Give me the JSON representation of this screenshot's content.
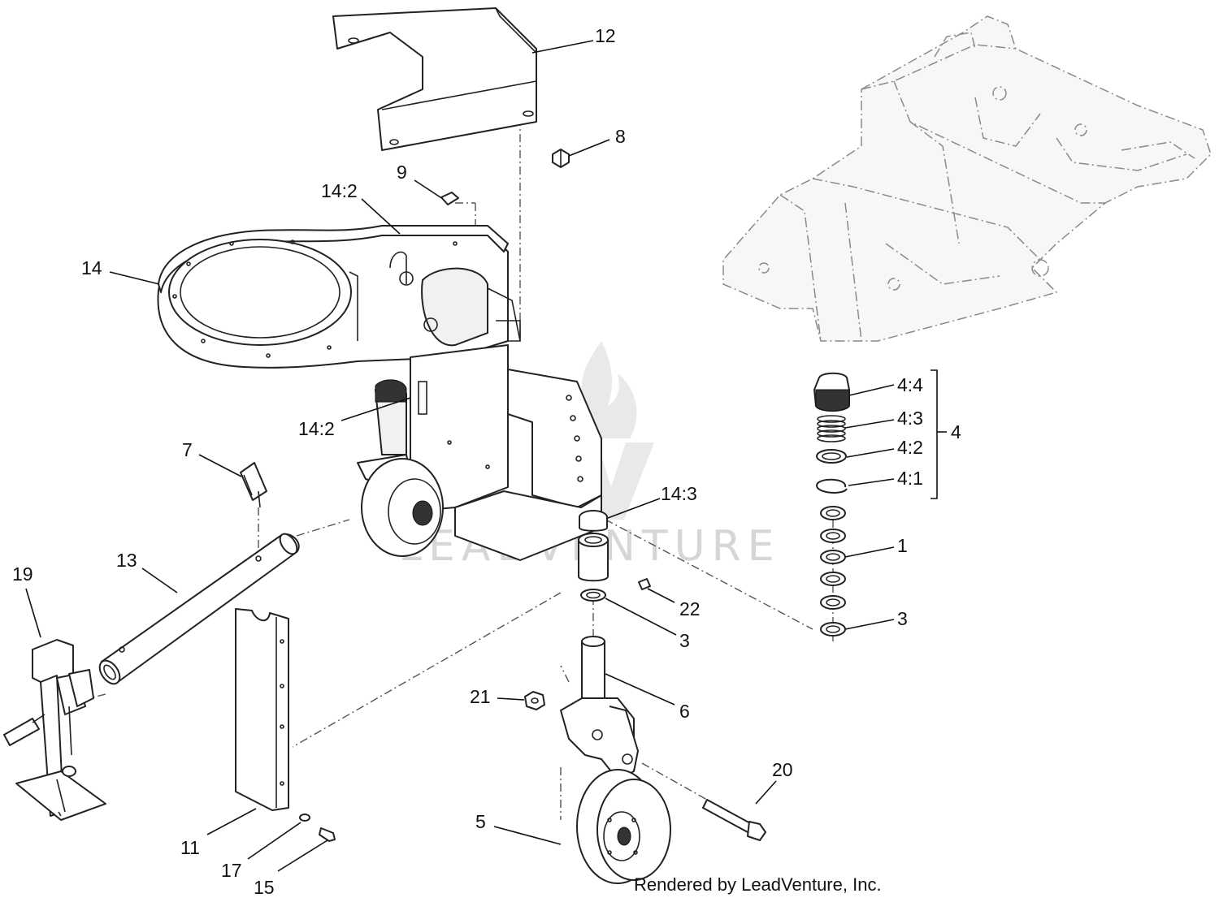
{
  "callouts": [
    {
      "id": "12",
      "text": "12"
    },
    {
      "id": "8",
      "text": "8"
    },
    {
      "id": "9",
      "text": "9"
    },
    {
      "id": "14-2-top",
      "text": "14:2"
    },
    {
      "id": "14",
      "text": "14"
    },
    {
      "id": "14-2-bottom",
      "text": "14:2"
    },
    {
      "id": "7",
      "text": "7"
    },
    {
      "id": "13",
      "text": "13"
    },
    {
      "id": "19",
      "text": "19"
    },
    {
      "id": "14-3",
      "text": "14:3"
    },
    {
      "id": "22",
      "text": "22"
    },
    {
      "id": "3-left",
      "text": "3"
    },
    {
      "id": "6",
      "text": "6"
    },
    {
      "id": "21",
      "text": "21"
    },
    {
      "id": "20",
      "text": "20"
    },
    {
      "id": "5",
      "text": "5"
    },
    {
      "id": "11",
      "text": "11"
    },
    {
      "id": "17",
      "text": "17"
    },
    {
      "id": "15",
      "text": "15"
    },
    {
      "id": "4-4",
      "text": "4:4"
    },
    {
      "id": "4-3",
      "text": "4:3"
    },
    {
      "id": "4-2",
      "text": "4:2"
    },
    {
      "id": "4-1",
      "text": "4:1"
    },
    {
      "id": "4",
      "text": "4"
    },
    {
      "id": "1",
      "text": "1"
    },
    {
      "id": "3-right",
      "text": "3"
    }
  ],
  "watermark": "LEADVENTURE",
  "credit": "Rendered by LeadVenture, Inc."
}
